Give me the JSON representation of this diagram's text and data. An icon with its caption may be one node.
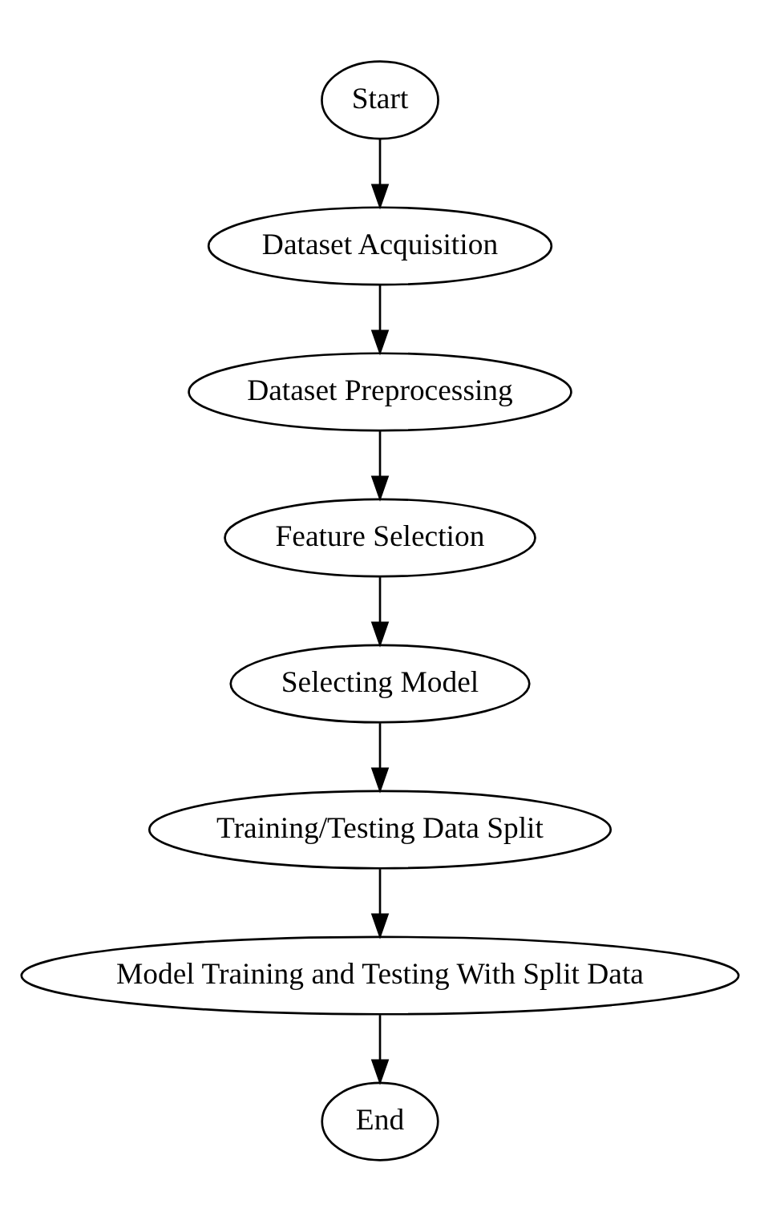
{
  "diagram": {
    "nodes": [
      {
        "text": [
          "Start"
        ]
      },
      {
        "text": [
          "Dataset Acquisition"
        ]
      },
      {
        "text": [
          "Dataset Preprocessing"
        ]
      },
      {
        "text": [
          "Feature Selection"
        ]
      },
      {
        "text": [
          "Selecting Model"
        ]
      },
      {
        "text": [
          "Training/Testing Data Split"
        ]
      },
      {
        "text": [
          "Model Training and Testing With Split Data"
        ]
      },
      {
        "text": [
          "End"
        ]
      }
    ],
    "edges": [
      {
        "from": 0,
        "to": 1,
        "arrow": "to"
      },
      {
        "from": 1,
        "to": 2,
        "arrow": "to"
      },
      {
        "from": 2,
        "to": 3,
        "arrow": "to"
      },
      {
        "from": 3,
        "to": 4,
        "arrow": "to"
      },
      {
        "from": 4,
        "to": 5,
        "arrow": "to"
      },
      {
        "from": 5,
        "to": 6,
        "arrow": "to"
      },
      {
        "from": 6,
        "to": 7,
        "arrow": "to"
      }
    ]
  }
}
